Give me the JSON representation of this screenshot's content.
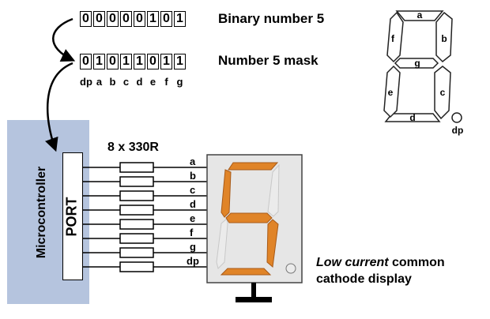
{
  "binary_row": {
    "bits": [
      "0",
      "0",
      "0",
      "0",
      "0",
      "1",
      "0",
      "1"
    ],
    "label": "Binary number 5"
  },
  "mask_row": {
    "bits": [
      "0",
      "1",
      "0",
      "1",
      "1",
      "0",
      "1",
      "1"
    ],
    "label": "Number 5 mask"
  },
  "segment_names": [
    "dp",
    "a",
    "b",
    "c",
    "d",
    "e",
    "f",
    "g"
  ],
  "reference_display": {
    "segments": [
      "a",
      "b",
      "c",
      "d",
      "e",
      "f",
      "g"
    ],
    "point": "dp"
  },
  "microcontroller": {
    "label": "Microcontroller",
    "port_label": "PORT"
  },
  "resistors": {
    "label": "8 x 330R"
  },
  "line_labels": [
    "a",
    "b",
    "c",
    "d",
    "e",
    "f",
    "g",
    "dp"
  ],
  "caption": {
    "italic_part": "Low current",
    "rest_line1": " common",
    "line2": "cathode display"
  },
  "colors": {
    "lit_segment": "#e08428",
    "unlit_segment": "#ebebeb",
    "display_body": "#e6e6e6",
    "mcu_panel": "#b5c4de"
  }
}
